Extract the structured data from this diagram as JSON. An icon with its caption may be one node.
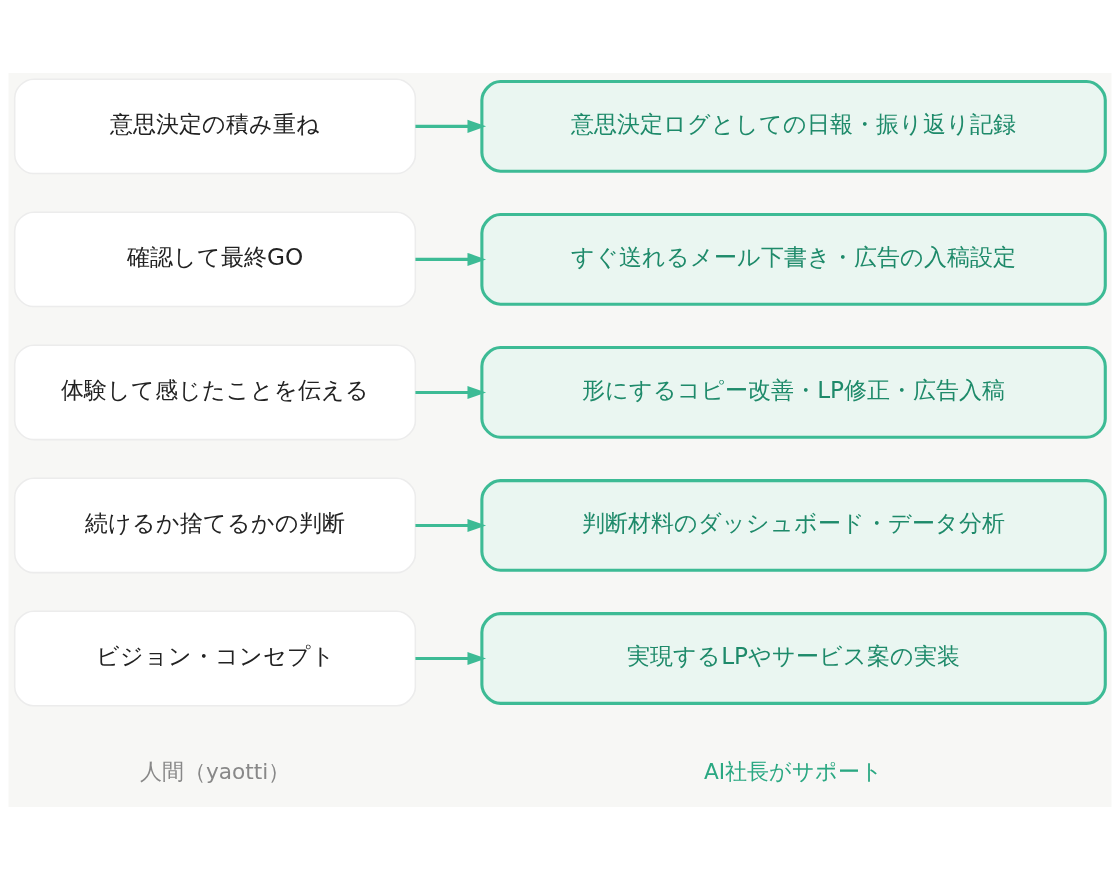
{
  "diagram": {
    "nodes": [
      {
        "text": [
          "ビジョン・コンセプト"
        ]
      },
      {
        "text": [
          "実現するLPやサービス案の実装"
        ]
      },
      {
        "text": [
          "続けるか捨てるかの判断"
        ]
      },
      {
        "text": [
          "判断材料のダッシュボード・データ分析"
        ]
      },
      {
        "text": [
          "体験して感じたことを伝える"
        ]
      },
      {
        "text": [
          "形にするコピー改善・LP修正・広告入稿"
        ]
      },
      {
        "text": [
          "確認して最終GO"
        ]
      },
      {
        "text": [
          "すぐ送れるメール下書き・広告の入稿設定"
        ]
      },
      {
        "text": [
          "意思決定の積み重ね"
        ]
      },
      {
        "text": [
          "意思決定ログとしての日報・振り返り記録"
        ]
      }
    ],
    "edges": [
      {
        "from": 0,
        "to": 1,
        "arrow": "to"
      },
      {
        "from": 2,
        "to": 3,
        "arrow": "to"
      },
      {
        "from": 4,
        "to": 5,
        "arrow": "to"
      },
      {
        "from": 6,
        "to": 7,
        "arrow": "to"
      },
      {
        "from": 8,
        "to": 9,
        "arrow": "to"
      }
    ],
    "labels": [
      "人間（yaotti）",
      "AI社長がサポート"
    ]
  }
}
